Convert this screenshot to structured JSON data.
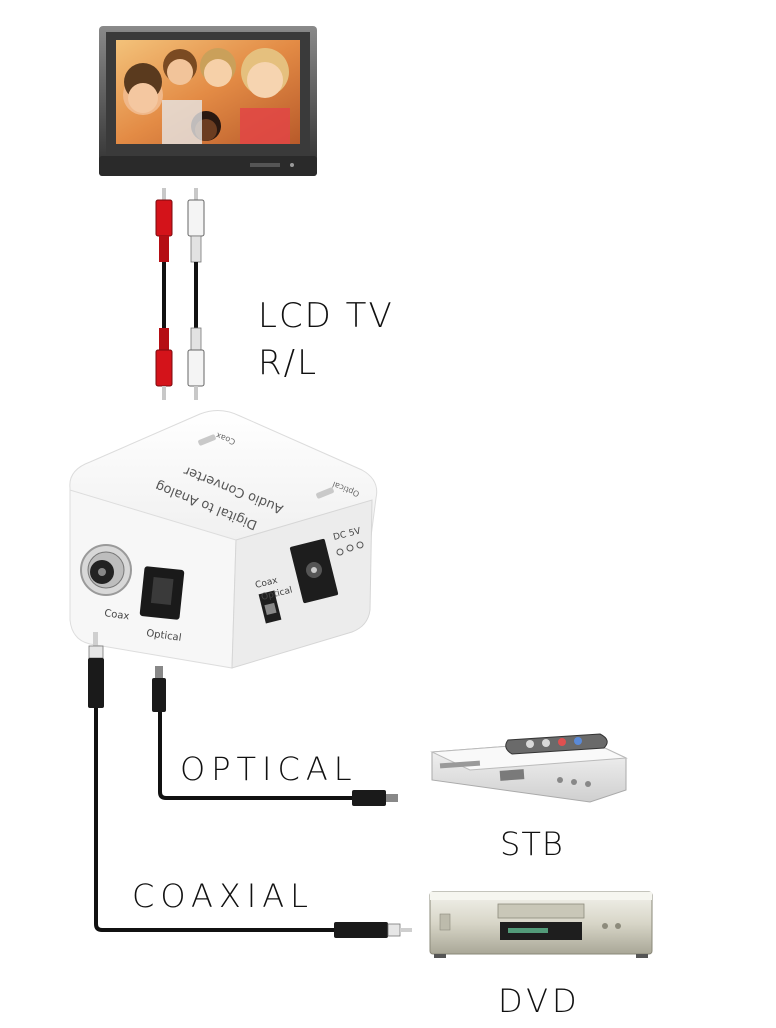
{
  "labels": {
    "tv_line1": "LCD  TV",
    "tv_line2": "R/L",
    "optical": "OPTICAL",
    "coaxial": "COAXIAL",
    "stb": "STB",
    "dvd": "DVD"
  },
  "converter": {
    "top_text_line1": "Digital to Analog",
    "top_text_line2": "Audio Converter",
    "top_coax": "Coax",
    "top_optical": "Optical",
    "port_coax": "Coax",
    "port_optical": "Optical",
    "switch_coax": "Coax",
    "switch_optical": "Optical",
    "power": "DC 5V"
  },
  "colors": {
    "cable": "#111111",
    "rca_red": "#d4131a",
    "rca_white": "#f2f2f2",
    "device_body": "#f4f4f4",
    "tv_frame": "#5a5a5a"
  }
}
